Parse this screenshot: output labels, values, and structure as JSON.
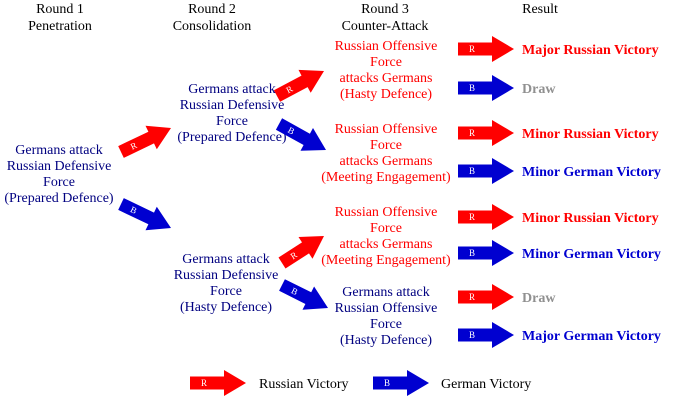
{
  "colors": {
    "russian": "#ff0000",
    "german": "#0000d0",
    "draw": "#909090",
    "text_navy": "#000080",
    "arrow_letter": "#ffffff"
  },
  "headers": {
    "round1": [
      "Round 1",
      "Penetration"
    ],
    "round2": [
      "Round 2",
      "Consolidation"
    ],
    "round3": [
      "Round 3",
      "Counter-Attack"
    ],
    "result": [
      "Result"
    ]
  },
  "nodes": {
    "r1": [
      "Germans attack",
      "Russian Defensive",
      "Force",
      "(Prepared Defence)"
    ],
    "r2_top": [
      "Germans attack",
      "Russian Defensive",
      "Force",
      "(Prepared Defence)"
    ],
    "r2_bottom": [
      "Germans attack",
      "Russian Defensive",
      "Force",
      "(Hasty Defence)"
    ],
    "r3_1": [
      "Russian Offensive",
      "Force",
      "attacks Germans",
      "(Hasty Defence)"
    ],
    "r3_2": [
      "Russian Offensive",
      "Force",
      "attacks Germans",
      "(Meeting Engagement)"
    ],
    "r3_3": [
      "Russian Offensive",
      "Force",
      "attacks Germans",
      "(Meeting Engagement)"
    ],
    "r3_4": [
      "Germans attack",
      "Russian Offensive",
      "Force",
      "(Hasty Defence)"
    ]
  },
  "results": [
    {
      "arrow": "R",
      "label": "Major Russian Victory",
      "color_key": "russian"
    },
    {
      "arrow": "B",
      "label": "Draw",
      "color_key": "draw"
    },
    {
      "arrow": "R",
      "label": "Minor Russian Victory",
      "color_key": "russian"
    },
    {
      "arrow": "B",
      "label": "Minor German Victory",
      "color_key": "german"
    },
    {
      "arrow": "R",
      "label": "Minor Russian Victory",
      "color_key": "russian"
    },
    {
      "arrow": "B",
      "label": "Minor German Victory",
      "color_key": "german"
    },
    {
      "arrow": "R",
      "label": "Draw",
      "color_key": "draw"
    },
    {
      "arrow": "B",
      "label": "Major German Victory",
      "color_key": "german"
    }
  ],
  "arrow_labels": {
    "russian": "R",
    "german": "B"
  },
  "legend": {
    "russian_label": "Russian Victory",
    "german_label": "German Victory"
  }
}
